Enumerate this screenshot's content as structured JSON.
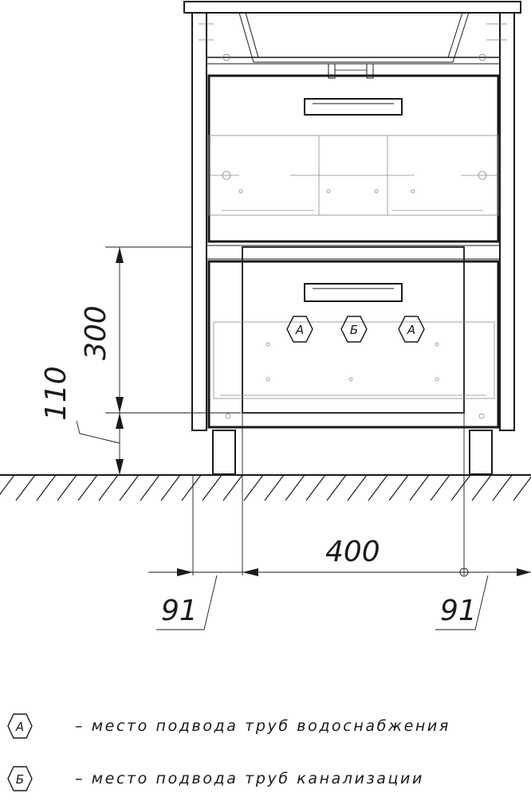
{
  "dimensions": {
    "height_300": "300",
    "height_110": "110",
    "width_400": "400",
    "offset_left_91": "91",
    "offset_right_91": "91"
  },
  "markers": [
    {
      "letter": "А"
    },
    {
      "letter": "Б"
    },
    {
      "letter": "А"
    }
  ],
  "legend": [
    {
      "letter": "А",
      "text": "– место подвода труб водоснабжения"
    },
    {
      "letter": "Б",
      "text": "– место подвода труб канализации"
    }
  ]
}
